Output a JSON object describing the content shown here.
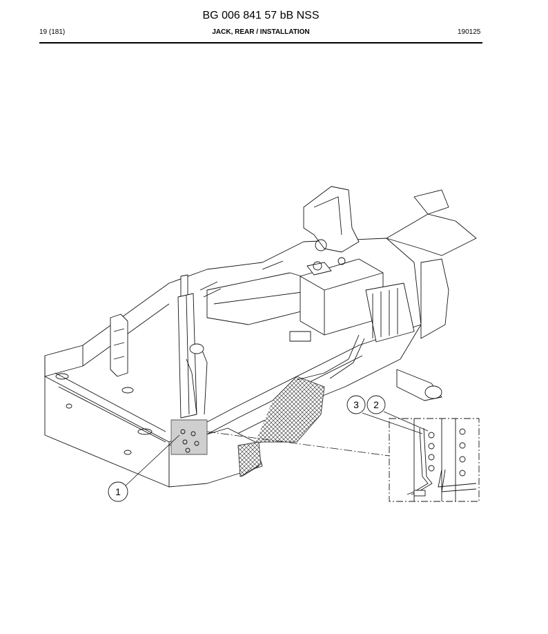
{
  "header": {
    "document_title": "BG 006 841 57 bB NSS",
    "page_number": "19 (181)",
    "section_title": "JACK, REAR / INSTALLATION",
    "date_code": "190125"
  },
  "callouts": [
    {
      "label": "1"
    },
    {
      "label": "3"
    },
    {
      "label": "2"
    }
  ]
}
